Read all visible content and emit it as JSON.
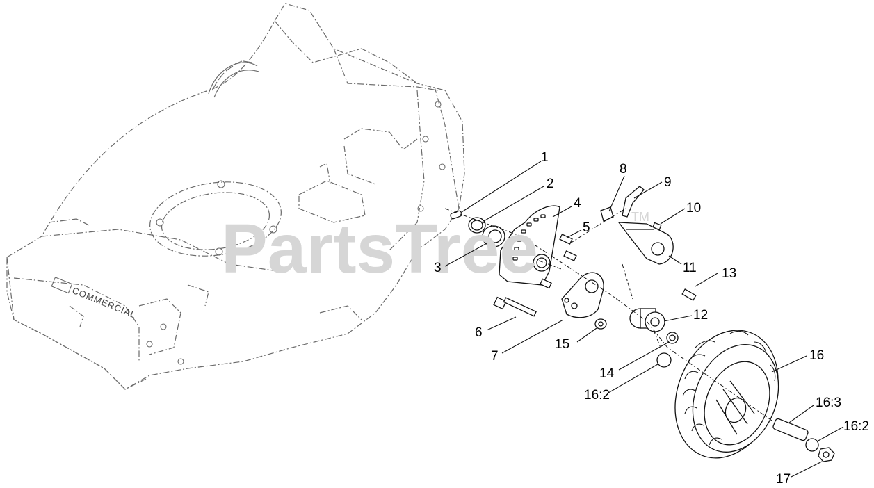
{
  "watermark": {
    "text": "PartsTree",
    "trademark": "TM"
  },
  "deck_brand_label": "COMMERCIAL",
  "callouts": [
    {
      "id": "c1",
      "label": "1"
    },
    {
      "id": "c2",
      "label": "2"
    },
    {
      "id": "c3",
      "label": "3"
    },
    {
      "id": "c4",
      "label": "4"
    },
    {
      "id": "c5",
      "label": "5"
    },
    {
      "id": "c6",
      "label": "6"
    },
    {
      "id": "c7",
      "label": "7"
    },
    {
      "id": "c8",
      "label": "8"
    },
    {
      "id": "c9",
      "label": "9"
    },
    {
      "id": "c10",
      "label": "10"
    },
    {
      "id": "c11",
      "label": "11"
    },
    {
      "id": "c12",
      "label": "12"
    },
    {
      "id": "c13",
      "label": "13"
    },
    {
      "id": "c14",
      "label": "14"
    },
    {
      "id": "c15",
      "label": "15"
    },
    {
      "id": "c16",
      "label": "16"
    },
    {
      "id": "c16b",
      "label": "16:2"
    },
    {
      "id": "c16c",
      "label": "16:3"
    },
    {
      "id": "c16d",
      "label": "16:2"
    },
    {
      "id": "c17",
      "label": "17"
    }
  ]
}
